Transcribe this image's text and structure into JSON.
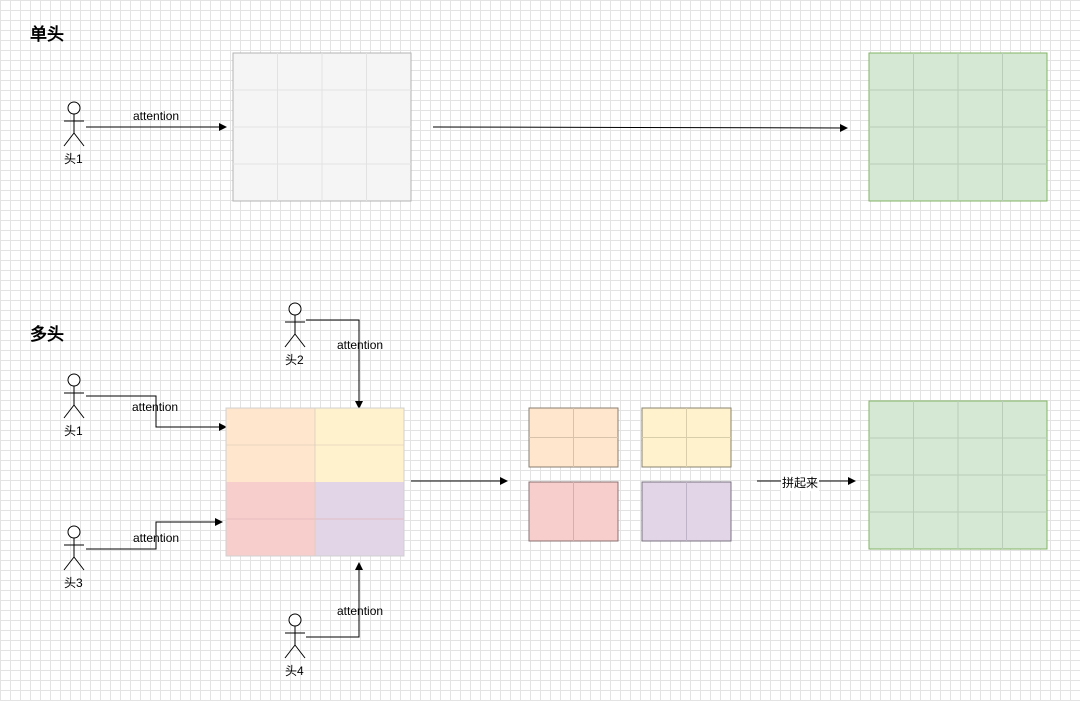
{
  "single": {
    "title": "单头",
    "head_label": "头1",
    "edge_label": "attention",
    "colors": {
      "input": "#f5f5f5",
      "input_border": "#b3b3b3",
      "output": "#d5e8d4",
      "output_border": "#82b366"
    }
  },
  "multi": {
    "title": "多头",
    "heads": [
      {
        "label": "头1",
        "edge_label": "attention"
      },
      {
        "label": "头2",
        "edge_label": "attention"
      },
      {
        "label": "头3",
        "edge_label": "attention"
      },
      {
        "label": "头4",
        "edge_label": "attention"
      }
    ],
    "concat_label": "拼起来",
    "colors": {
      "orange": "#ffe6cc",
      "yellow": "#fff2cc",
      "red": "#f8cecc",
      "purple": "#e1d5e7",
      "output": "#d5e8d4",
      "output_border": "#82b366"
    }
  }
}
